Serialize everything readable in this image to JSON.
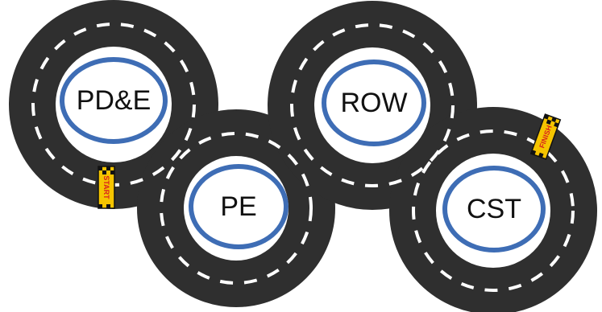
{
  "stages": [
    {
      "id": "pde",
      "label": "PD&E"
    },
    {
      "id": "pe",
      "label": "PE"
    },
    {
      "id": "row",
      "label": "ROW"
    },
    {
      "id": "cst",
      "label": "CST"
    }
  ],
  "markers": {
    "start_label": "START",
    "finish_label": "FINISH"
  },
  "colors": {
    "road": "#3b3b3b",
    "lane_marking": "#ffffff",
    "stage_ring": "#3e6db5",
    "marker_text": "#d81e1e"
  }
}
